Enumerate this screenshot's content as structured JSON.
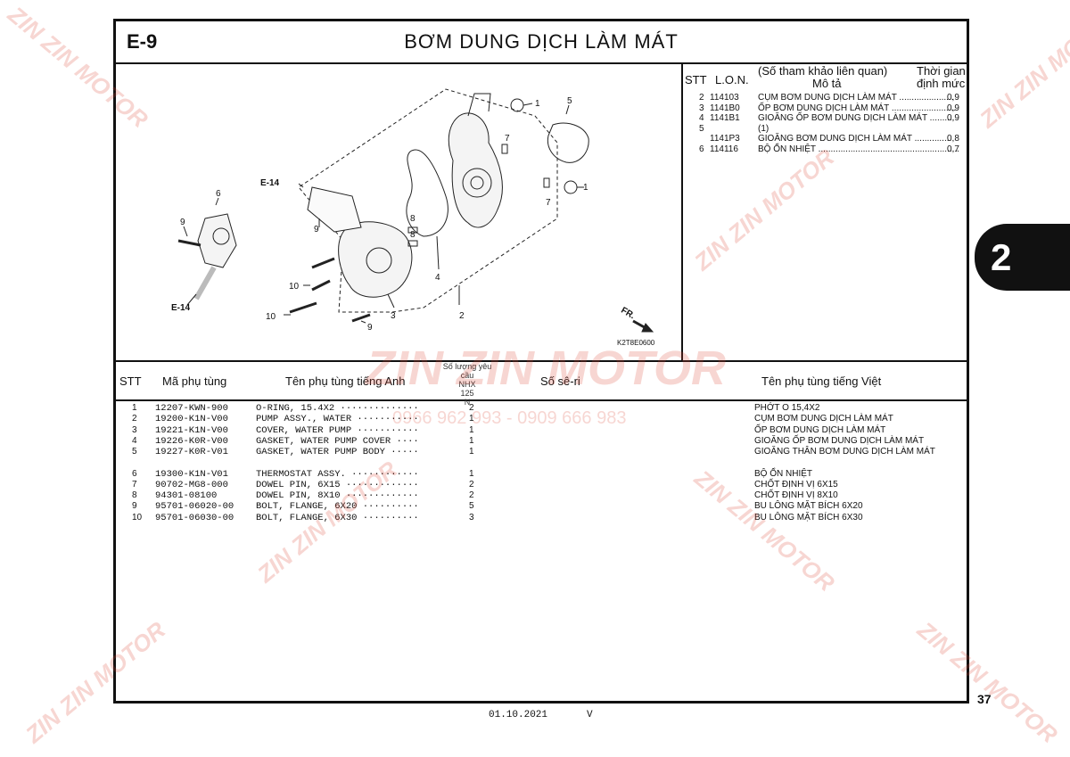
{
  "header": {
    "code": "E-9",
    "title": "BƠM DUNG DỊCH LÀM MÁT"
  },
  "diagram": {
    "labels": [
      "1",
      "1",
      "2",
      "3",
      "4",
      "5",
      "6",
      "7",
      "7",
      "8",
      "8",
      "9",
      "9",
      "9",
      "10",
      "10"
    ],
    "refs": [
      "E-14",
      "E-14"
    ],
    "fr": "FR.",
    "image_code": "K2T8E0600"
  },
  "labor": {
    "headers": {
      "stt": "STT",
      "lon": "L.O.N.",
      "desc1": "(Số tham khảo liên quan)",
      "desc2": "Mô tả",
      "time1": "Thời gian",
      "time2": "định mức"
    },
    "rows": [
      {
        "stt": "2",
        "lon": "114103",
        "desc": "CỤM BƠM DUNG DỊCH LÀM MÁT ......................",
        "time": "0,9"
      },
      {
        "stt": "3",
        "lon": "1141B0",
        "desc": "ỐP BƠM DUNG DỊCH LÀM MÁT ..........................",
        "time": "0,9"
      },
      {
        "stt": "4",
        "lon": "1141B1",
        "desc": "GIOĂNG ỐP BƠM DUNG DỊCH LÀM MÁT ..........",
        "time": "0,9"
      },
      {
        "stt": "5",
        "lon": "",
        "desc": "(1)",
        "time": ""
      },
      {
        "stt": "",
        "lon": "1141P3",
        "desc": "GIOĂNG BƠM DUNG DỊCH LÀM MÁT ...............",
        "time": "0,8"
      },
      {
        "stt": "6",
        "lon": "114116",
        "desc": "BỘ ỔN NHIỆT .........................................................",
        "time": "0,7"
      }
    ]
  },
  "parts_table": {
    "headers": {
      "stt": "STT",
      "code": "Mã phụ tùng",
      "name_en": "Tên phụ tùng tiếng Anh",
      "qty": "Số lượng yêu cầu",
      "qty_model1": "NHX",
      "qty_model2": "125",
      "qty_model3": "N",
      "serial": "Số sê-ri",
      "name_vi": "Tên phụ tùng tiếng Việt"
    },
    "rows": [
      {
        "stt": "1",
        "code": "12207-KWN-900",
        "name_en": "O-RING, 15.4X2 ··············",
        "qty": "2",
        "name_vi": "PHỚT O 15,4X2"
      },
      {
        "stt": "2",
        "code": "19200-K1N-V00",
        "name_en": "PUMP ASSY., WATER ···········",
        "qty": "1",
        "name_vi": "CỤM BƠM DUNG DỊCH LÀM MÁT"
      },
      {
        "stt": "3",
        "code": "19221-K1N-V00",
        "name_en": "COVER, WATER PUMP ···········",
        "qty": "1",
        "name_vi": "ỐP BƠM DUNG DỊCH LÀM MÁT"
      },
      {
        "stt": "4",
        "code": "19226-K0R-V00",
        "name_en": "GASKET, WATER PUMP COVER ····",
        "qty": "1",
        "name_vi": "GIOĂNG ỐP BƠM DUNG DỊCH LÀM MÁT"
      },
      {
        "stt": "5",
        "code": "19227-K0R-V01",
        "name_en": "GASKET, WATER PUMP BODY ·····",
        "qty": "1",
        "name_vi": "GIOĂNG THÂN BƠM DUNG DỊCH LÀM MÁT"
      },
      {
        "stt": "6",
        "code": "19300-K1N-V01",
        "name_en": "THERMOSTAT ASSY. ············",
        "qty": "1",
        "name_vi": "BỘ ỔN NHIỆT"
      },
      {
        "stt": "7",
        "code": "90702-MG8-000",
        "name_en": "DOWEL PIN, 6X15 ·············",
        "qty": "2",
        "name_vi": "CHỐT ĐỊNH VỊ 6X15"
      },
      {
        "stt": "8",
        "code": "94301-08100",
        "name_en": "DOWEL PIN, 8X10 ·············",
        "qty": "2",
        "name_vi": "CHỐT ĐỊNH VỊ 8X10"
      },
      {
        "stt": "9",
        "code": "95701-06020-00",
        "name_en": "BOLT, FLANGE, 6X20 ··········",
        "qty": "5",
        "name_vi": "BU LÔNG MẶT BÍCH 6X20"
      },
      {
        "stt": "10",
        "code": "95701-06030-00",
        "name_en": "BOLT, FLANGE, 6X30 ··········",
        "qty": "3",
        "name_vi": "BU LÔNG MẶT BÍCH 6X30"
      }
    ]
  },
  "footer": {
    "date": "01.10.2021",
    "rev": "V",
    "page": "37"
  },
  "section_tab": "2",
  "watermark": {
    "text": "ZIN ZIN MOTOR",
    "phone": "0966 962 993 - 0909 666 983",
    "color": "#dc4632"
  }
}
